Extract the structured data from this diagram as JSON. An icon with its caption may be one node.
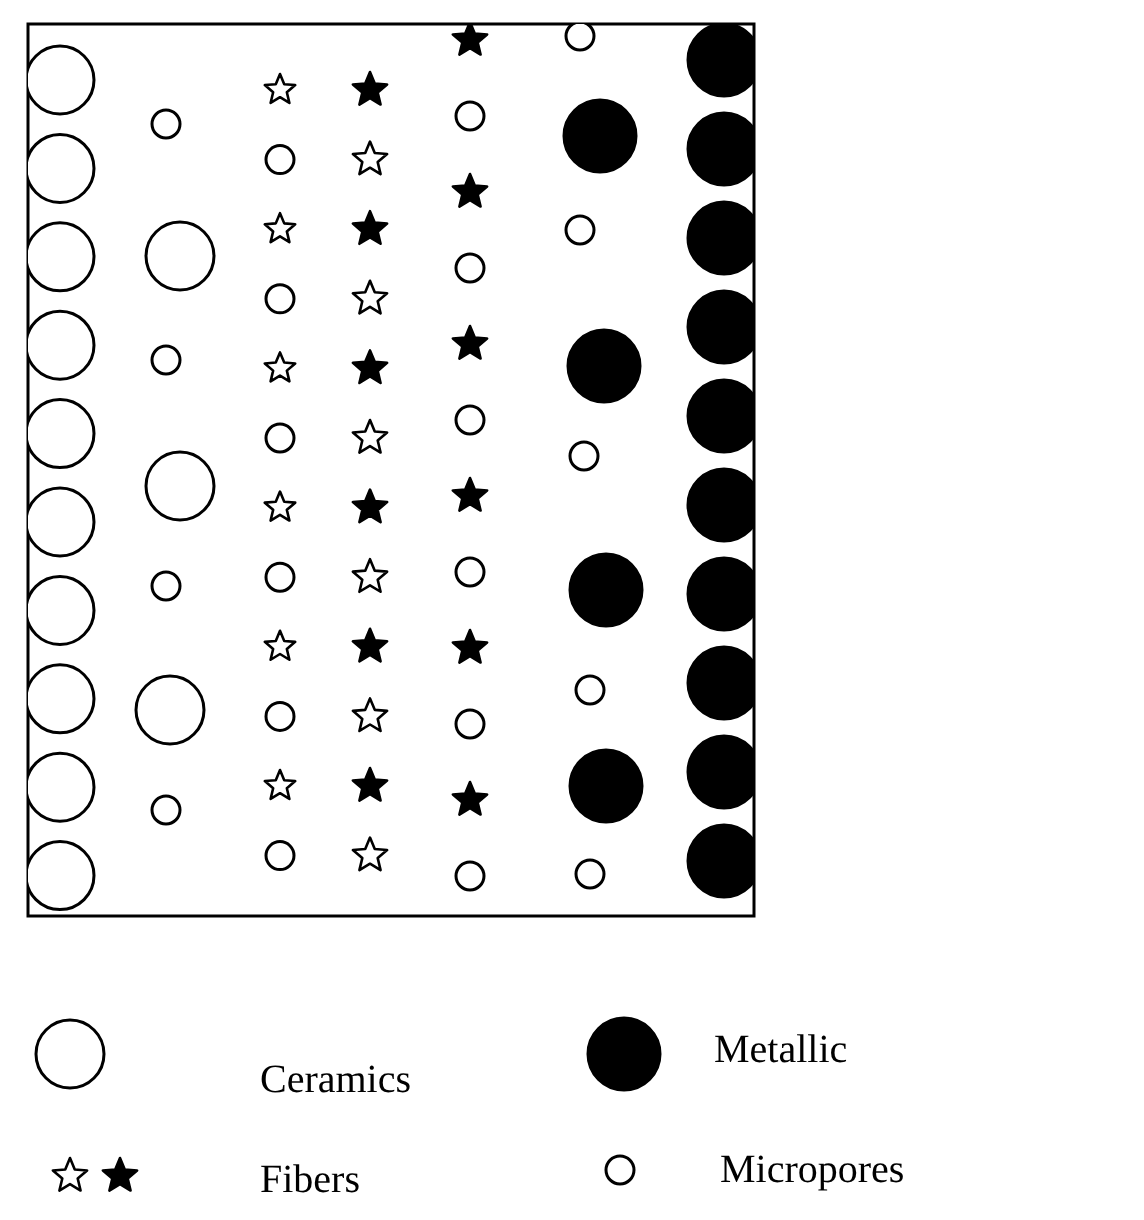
{
  "diagram": {
    "legend": [
      {
        "text": "Ceramics"
      },
      {
        "text": "Metallic"
      },
      {
        "text": "Fibers"
      },
      {
        "text": "Micropores"
      }
    ]
  }
}
